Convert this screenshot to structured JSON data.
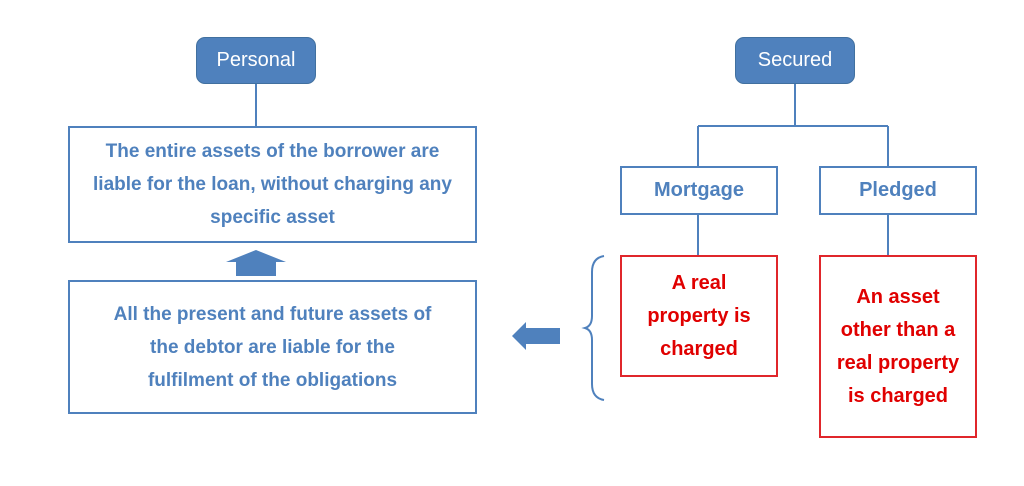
{
  "colors": {
    "accent": "#4f81bd",
    "highlight": "#e00000"
  },
  "personal": {
    "title": "Personal",
    "box1": "The entire assets of the borrower are liable for the loan, without charging any specific asset",
    "box2": "All the present and future assets of the debtor are liable for the fulfilment of the obligations"
  },
  "secured": {
    "title": "Secured",
    "mortgage": {
      "title": "Mortgage",
      "desc": "A real property is charged"
    },
    "pledged": {
      "title": "Pledged",
      "desc": "An asset other than a real property is charged"
    }
  }
}
